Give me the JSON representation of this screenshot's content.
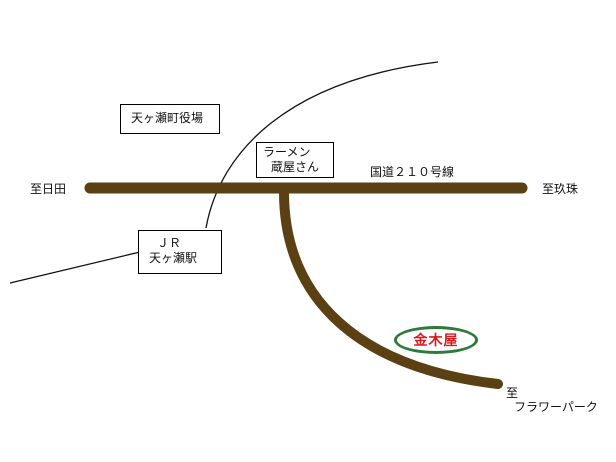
{
  "colors": {
    "road": "#5a4012",
    "rail": "#111111",
    "oval_border": "#2e7a3a",
    "store_text": "#d41c1c"
  },
  "landmarks": {
    "town_office": "天ヶ瀬町役場",
    "ramen_line1": "ラーメン",
    "ramen_line2": "蔵屋さん",
    "station_line1": "ＪＲ",
    "station_line2": "天ヶ瀬駅"
  },
  "roads": {
    "route": "国道２１０号線"
  },
  "directions": {
    "west": "至日田",
    "east": "至玖珠",
    "south_line1": "至",
    "south_line2": "フラワーパーク"
  },
  "store": {
    "name": "金木屋"
  }
}
